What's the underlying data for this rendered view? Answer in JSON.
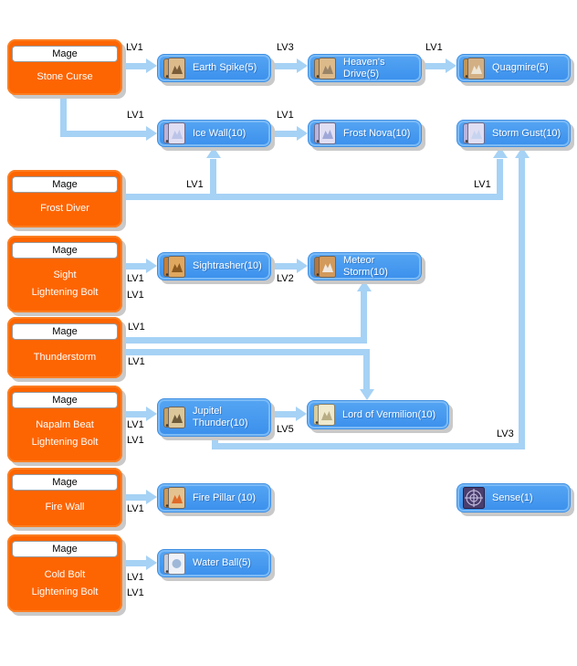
{
  "colors": {
    "arrow": "#A6D2F5",
    "node_blue": "#3B90EC",
    "node_orange": "#FD6502",
    "shadow": "#C9C9C9",
    "label_text": "#000000",
    "node_text": "#FFFFFF"
  },
  "prereqs": {
    "stone_curse": {
      "header": "Mage",
      "line1": "Stone Curse"
    },
    "frost_diver": {
      "header": "Mage",
      "line1": "Frost Diver"
    },
    "sight": {
      "header": "Mage",
      "line1": "Sight",
      "line2": "Lightening Bolt"
    },
    "thunderstorm": {
      "header": "Mage",
      "line1": "Thunderstorm"
    },
    "napalm_beat": {
      "header": "Mage",
      "line1": "Napalm Beat",
      "line2": "Lightening Bolt"
    },
    "fire_wall": {
      "header": "Mage",
      "line1": "Fire Wall"
    },
    "cold_bolt": {
      "header": "Mage",
      "line1": "Cold Bolt",
      "line2": "Lightening Bolt"
    }
  },
  "skills": {
    "earth_spike": {
      "label": "Earth Spike(5)",
      "icon": {
        "roll": "#C8A06A",
        "sheet": "#DCBA8A",
        "art": "#7A5C38"
      }
    },
    "heavens_drive": {
      "label": "Heaven's Drive(5)",
      "icon": {
        "roll": "#C8A06A",
        "sheet": "#DCBA8A",
        "art": "#9A8468"
      }
    },
    "quagmire": {
      "label": "Quagmire(5)",
      "icon": {
        "roll": "#C09559",
        "sheet": "#D3B084",
        "art": "#EDE5D6"
      }
    },
    "ice_wall": {
      "label": "Ice Wall(10)",
      "icon": {
        "roll": "#B9B4DC",
        "sheet": "#E0DEF3",
        "art": "#BCC4E8"
      }
    },
    "frost_nova": {
      "label": "Frost Nova(10)",
      "icon": {
        "roll": "#B9B4DC",
        "sheet": "#E0DEF3",
        "art": "#9FA8D8"
      }
    },
    "storm_gust": {
      "label": "Storm Gust(10)",
      "icon": {
        "roll": "#B9B4DC",
        "sheet": "#E0DEF3",
        "art": "#C7D4F0"
      }
    },
    "sightrasher": {
      "label": "Sightrasher(10)",
      "icon": {
        "roll": "#C77E35",
        "sheet": "#E0A75F",
        "art": "#8C5A20"
      }
    },
    "meteor_storm": {
      "label": "Meteor Storm(10)",
      "icon": {
        "roll": "#B5763B",
        "sheet": "#D29A5C",
        "art": "#F0E8E0"
      }
    },
    "jupitel_thunder": {
      "label": "Jupitel Thunder(10)",
      "icon": {
        "roll": "#C2A36A",
        "sheet": "#DCC79A",
        "art": "#6E5B3A"
      }
    },
    "lord_of_vermilion": {
      "label": "Lord of Vermilion(10)",
      "icon": {
        "roll": "#D6CDA2",
        "sheet": "#EFE9CD",
        "art": "#B8AD85"
      }
    },
    "fire_pillar": {
      "label": "Fire Pillar (10)",
      "icon": {
        "roll": "#CB9A5E",
        "sheet": "#E5C390",
        "art": "#E06A28"
      }
    },
    "sense": {
      "label": "Sense(1)",
      "icon": {
        "bg": "#4A3E6E",
        "fg": "#CFC8E8"
      }
    },
    "water_ball": {
      "label": "Water Ball(5)",
      "icon": {
        "roll": "#C5CEDD",
        "sheet": "#EEF2F8",
        "art": "#9FB8D8"
      }
    }
  },
  "edge_labels": {
    "stone_to_earth": "LV1",
    "earth_to_heavens": "LV3",
    "heavens_to_quagmire": "LV1",
    "stone_to_icewall": "LV1",
    "icewall_to_frostnova": "LV1",
    "frostdiver_to_icewall": "LV1",
    "frostdiver_to_stormgust": "LV1",
    "sight_req1": "LV1",
    "sight_req2": "LV1",
    "sightrasher_to_meteor": "LV2",
    "thunder_to_meteor": "LV1",
    "thunder_to_lov": "LV1",
    "napalm_req1": "LV1",
    "napalm_req2": "LV1",
    "jupitel_to_lov": "LV5",
    "jupitel_to_stormgust": "LV3",
    "firewall_to_firepillar": "LV1",
    "coldbolt_req1": "LV1",
    "coldbolt_req2": "LV1"
  }
}
